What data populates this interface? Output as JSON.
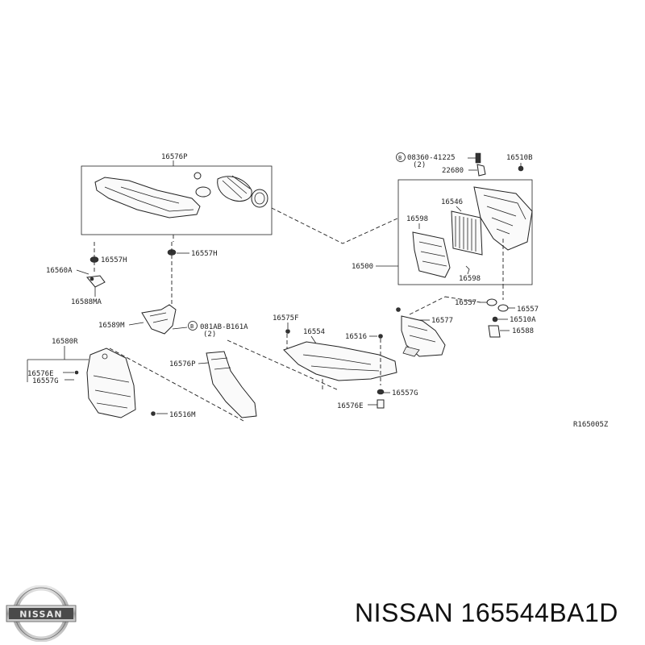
{
  "diagram": {
    "ref_code": "R165005Z",
    "labels": {
      "l16576P": "16576P",
      "l08360": "08360-41225",
      "l08360_qty": "(2)",
      "l16510B": "16510B",
      "l22680": "22680",
      "l16546": "16546",
      "l16598a": "16598",
      "l16598b": "16598",
      "l16500": "16500",
      "l16557H_a": "16557H",
      "l16557H_b": "16557H",
      "l16560A": "16560A",
      "l16588MA": "16588MA",
      "l16589M": "16589M",
      "l081AB": "081AB-B161A",
      "l081AB_qty": "(2)",
      "l16557a": "16557",
      "l16557b": "16557",
      "l16510A": "16510A",
      "l16588": "16588",
      "l16577": "16577",
      "l16575F": "16575F",
      "l16554": "16554",
      "l16516": "16516",
      "l16580R": "16580R",
      "l16576E_a": "16576E",
      "l16557G_a": "16557G",
      "l16576P_b": "16576P",
      "l16516M": "16516M",
      "l16557G_b": "16557G",
      "l16576E_b": "16576E"
    },
    "bolt_marker": "B"
  },
  "brand": {
    "logo_text": "NISSAN",
    "caption": "NISSAN 165544BA1D"
  }
}
